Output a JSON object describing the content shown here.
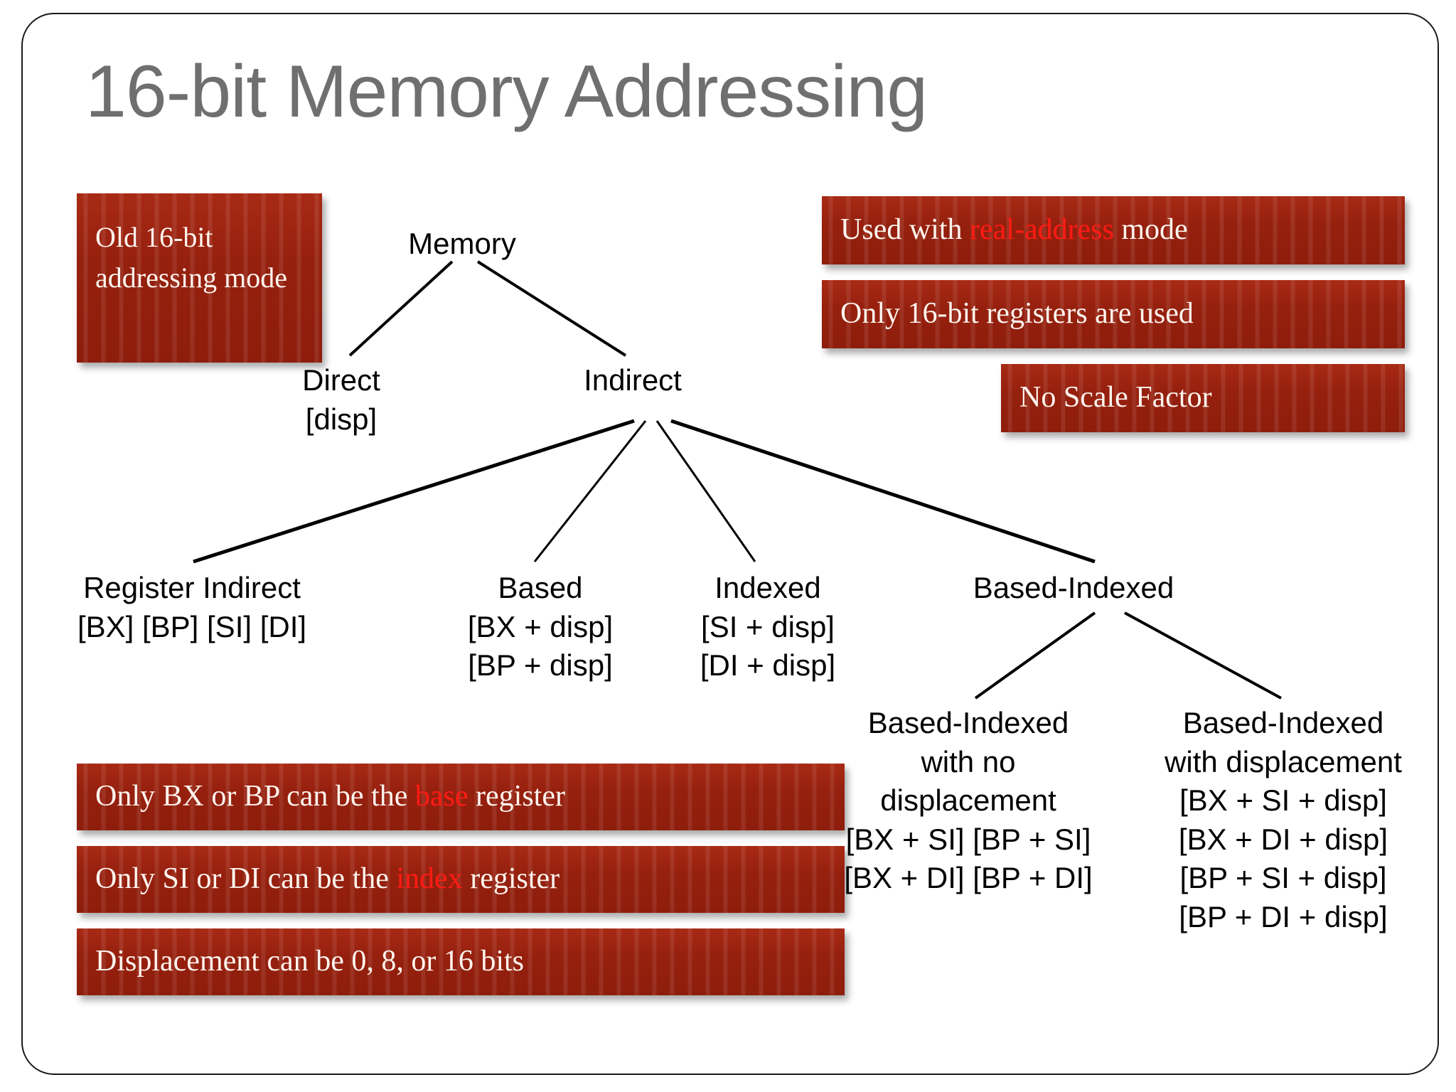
{
  "slide": {
    "title": "16-bit Memory Addressing"
  },
  "callouts": {
    "old_mode": "Old 16-bit addressing mode",
    "real_address": {
      "pre": "Used with ",
      "highlight": "real-address",
      "post": " mode"
    },
    "only_16bit": "Only 16-bit registers are used",
    "no_scale_factor": "No Scale Factor",
    "base_rule": {
      "pre": "Only BX or BP can be the ",
      "highlight": "base",
      "post": " register"
    },
    "index_rule": {
      "pre": "Only SI or DI can be the ",
      "highlight": "index",
      "post": " register"
    },
    "displacement_rule": "Displacement can be 0, 8, or 16 bits"
  },
  "tree": {
    "root": {
      "label": "Memory"
    },
    "direct": {
      "label": "Direct",
      "forms": [
        "[disp]"
      ]
    },
    "indirect": {
      "label": "Indirect"
    },
    "register_indirect": {
      "label": "Register Indirect",
      "forms": [
        "[BX]  [BP]  [SI]  [DI]"
      ]
    },
    "based": {
      "label": "Based",
      "forms": [
        "[BX + disp]",
        "[BP + disp]"
      ]
    },
    "indexed": {
      "label": "Indexed",
      "forms": [
        "[SI + disp]",
        "[DI + disp]"
      ]
    },
    "based_indexed": {
      "label": "Based-Indexed"
    },
    "based_indexed_no_disp": {
      "label": "Based-Indexed",
      "sublabel": "with no displacement",
      "forms": [
        "[BX + SI]  [BP + SI]",
        "[BX + DI]  [BP + DI]"
      ]
    },
    "based_indexed_with_disp": {
      "label": "Based-Indexed",
      "sublabel": "with displacement",
      "forms": [
        "[BX + SI + disp]",
        "[BX + DI + disp]",
        "[BP + SI + disp]",
        "[BP + DI + disp]"
      ]
    }
  },
  "colors": {
    "box_red": "#99200f",
    "highlight_red": "#ff1b14",
    "title_gray": "#6f6f6f",
    "line_black": "#000000"
  }
}
